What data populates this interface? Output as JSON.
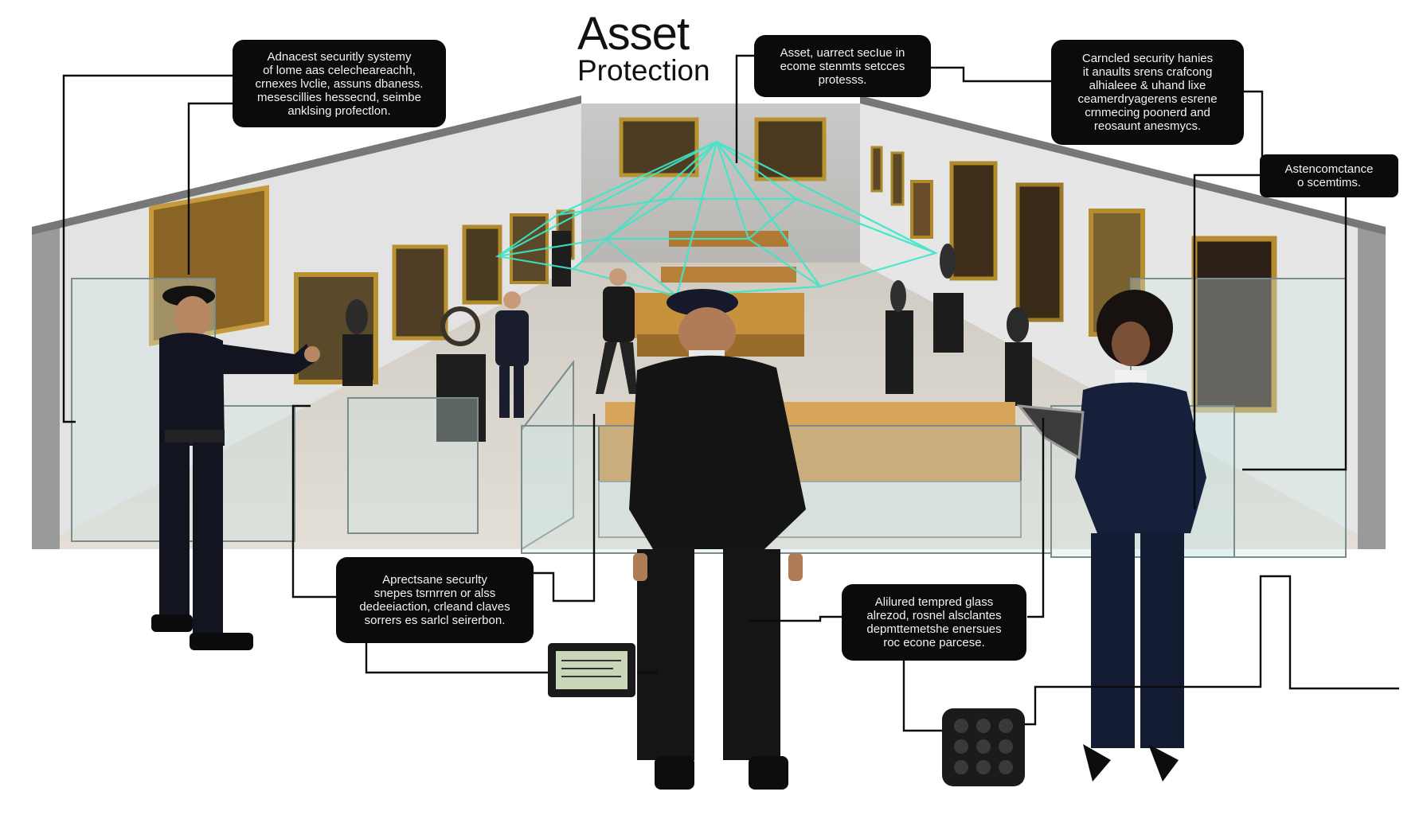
{
  "title": {
    "line1": "Asset",
    "line2": "Protection"
  },
  "callouts": {
    "top_left": [
      "Adnacest securitly systemy",
      "of lome aas celecheareachh,",
      "crnexes lvclie, assuns dbaness.",
      "mesescillies hessecnd, seimbe",
      "anklsing profectlon."
    ],
    "top_center": [
      "Asset, uarrect secIue in",
      "ecome stenmts setcces",
      "protesss."
    ],
    "top_right": [
      "Carncled security hanies",
      "it anaults srens crafcong",
      "alhialeee & uhand lixe",
      "ceamerdryagerens esrene",
      "crnmecing poonerd and",
      "reosaunt anesmycs."
    ],
    "far_right": [
      "Astencomctance",
      "o scemtims."
    ],
    "bottom_left": [
      "Aprectsane securlty",
      "snepes tsrnrren or alss",
      "dedeeiaction, crleand claves",
      "sorrers es sarlcl seirerbon."
    ],
    "bottom_right": [
      "Alilured tempred glass",
      "alrezod, rosnel alsclantes",
      "depmttemetshe enersues",
      "roc econe parcese."
    ]
  },
  "colors": {
    "laser": "#3ee6c8",
    "callout_bg": "#0b0b0b",
    "wall": "#dcdcdc",
    "floor": "#d9d4cb",
    "suit": "#151515"
  },
  "icons": [
    "keypad-icon",
    "control-panel-icon",
    "tablet-icon"
  ]
}
